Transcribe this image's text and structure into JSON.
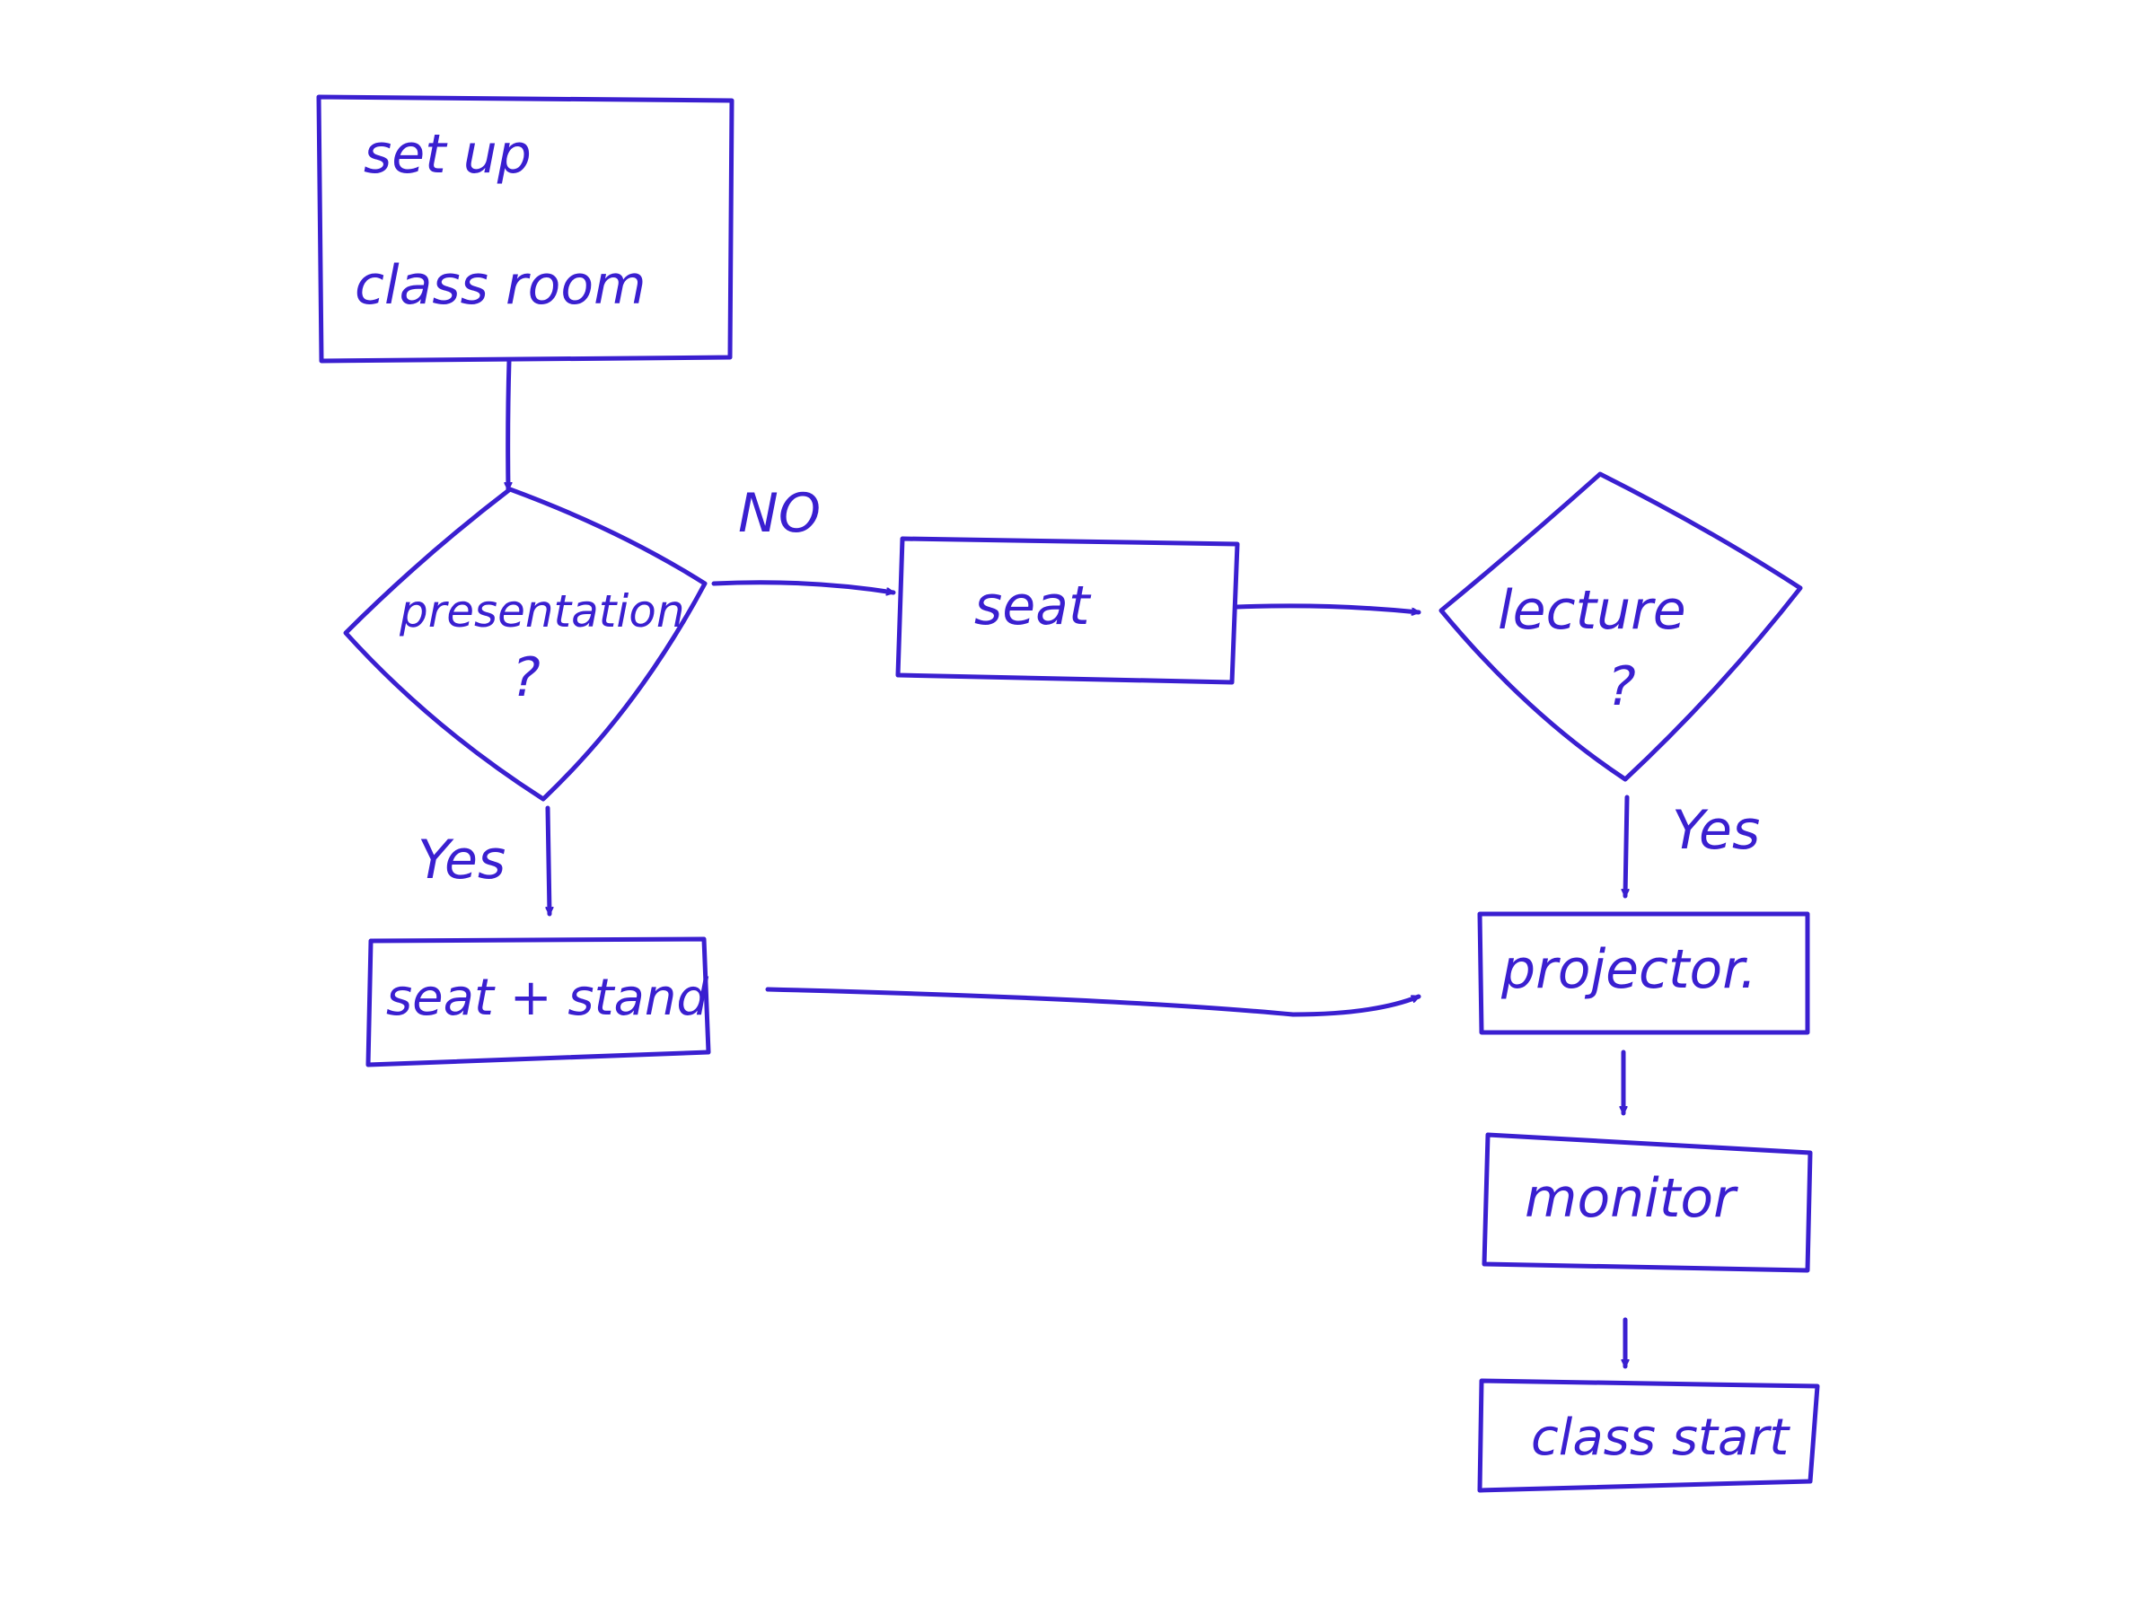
{
  "ink_color": "#3a1fd0",
  "nodes": {
    "setup": {
      "line1": "set up",
      "line2": "class room"
    },
    "presentation": {
      "label": "presentation",
      "mark": "?"
    },
    "seat": {
      "label": "seat"
    },
    "lecture": {
      "label": "lecture",
      "mark": "?"
    },
    "seat_stand": {
      "label": "seat + stand"
    },
    "projector": {
      "label": "projector."
    },
    "monitor": {
      "label": "monitor"
    },
    "class_start": {
      "label": "class start"
    }
  },
  "edges": {
    "no_label": "NO",
    "yes_left": "Yes",
    "yes_right": "Yes"
  }
}
